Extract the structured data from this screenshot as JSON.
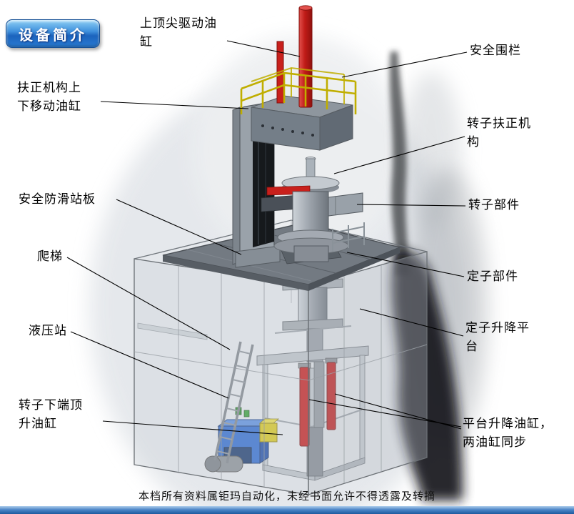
{
  "badge": {
    "label": "设备简介"
  },
  "labels": [
    {
      "id": "top-tip-drive-cylinder",
      "text": "上顶尖驱动油\n缸"
    },
    {
      "id": "safety-fence",
      "text": "安全围栏"
    },
    {
      "id": "centering-mechanism-updown-cylinder",
      "text": "扶正机构上\n下移动油缸"
    },
    {
      "id": "rotor-centering-mechanism",
      "text": "转子扶正机\n构"
    },
    {
      "id": "anti-slip-platform",
      "text": "安全防滑站板"
    },
    {
      "id": "rotor-component",
      "text": "转子部件"
    },
    {
      "id": "ladder",
      "text": "爬梯"
    },
    {
      "id": "stator-component",
      "text": "定子部件"
    },
    {
      "id": "hydraulic-station",
      "text": "液压站"
    },
    {
      "id": "stator-lift-platform",
      "text": "定子升降平\n台"
    },
    {
      "id": "rotor-bottom-jack-cylinder",
      "text": "转子下端顶\n升油缸"
    },
    {
      "id": "platform-lift-cylinders",
      "text": "平台升降油缸，\n两油缸同步"
    }
  ],
  "footer": {
    "notice": "本档所有资料属钜玛自动化，未经书面允许不得透露及转摘"
  },
  "colors": {
    "badge_blue": "#1b63bd",
    "cylinder_red": "#c8201c",
    "railing_yellow": "#c0ae00",
    "structure_gray": "#9aa2aa",
    "platform_gray": "#737a82",
    "hydraulic_blue": "#2f6bd0",
    "hydraulic_yellow": "#d8c81e",
    "bottom_bar_blue": "#1c5a9e"
  }
}
